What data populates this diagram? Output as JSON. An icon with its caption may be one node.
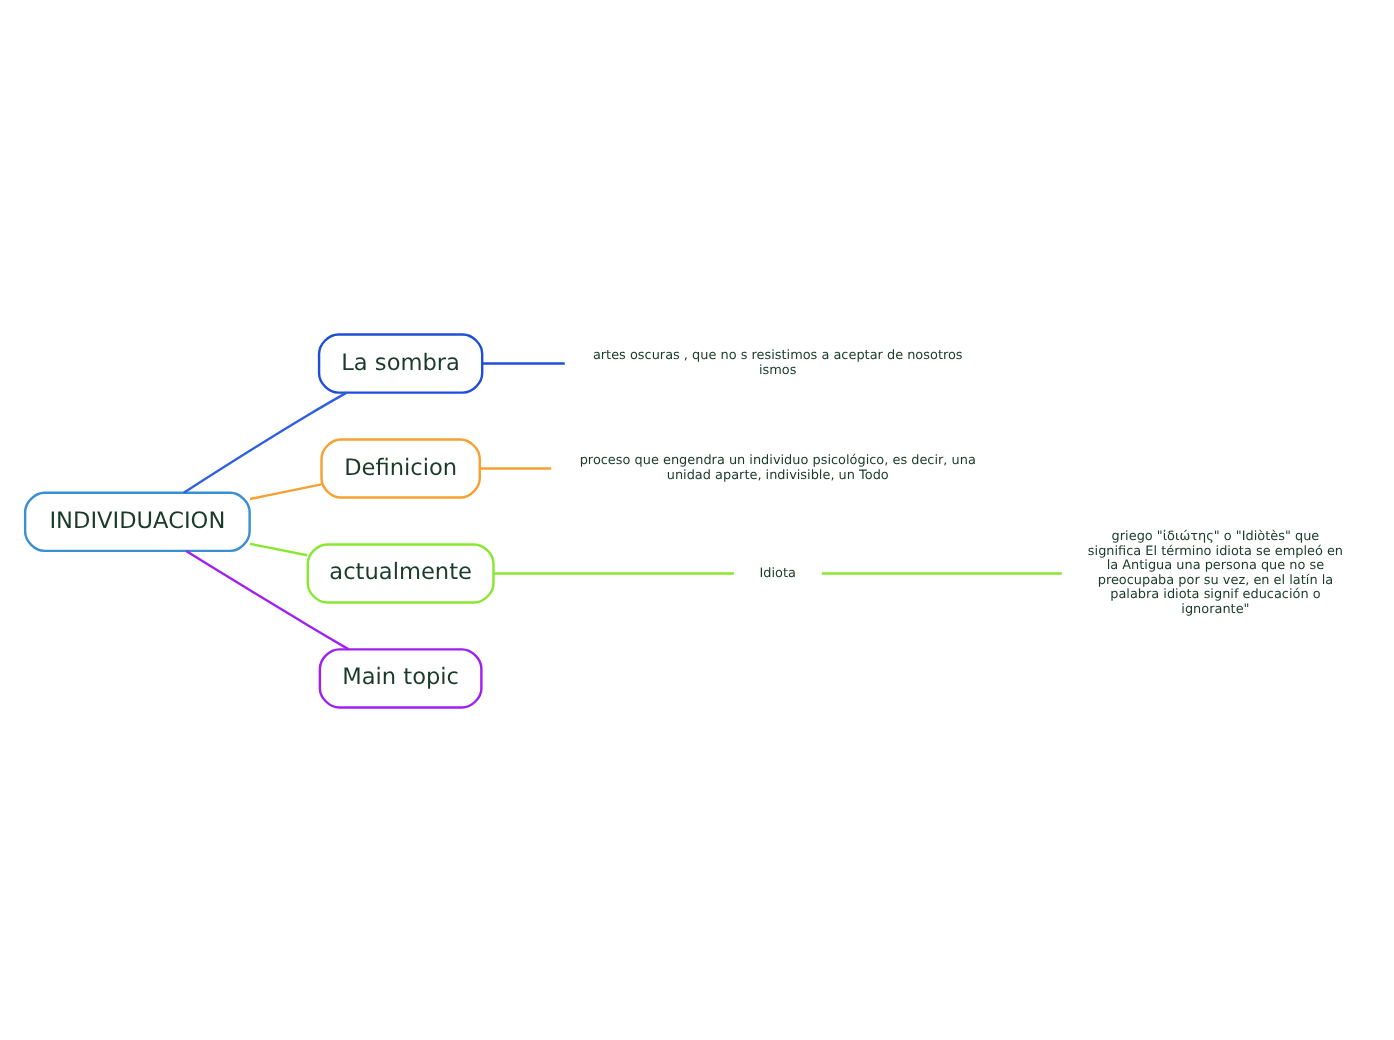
{
  "diagram": {
    "nodes": [
      {
        "text": [
          "INDIVIDUACION"
        ]
      },
      {
        "text": [
          "La sombra"
        ]
      },
      {
        "text": [
          "artes oscuras , que no s resistimos a aceptar de nosotros ismos"
        ]
      },
      {
        "text": [
          "Definicion"
        ]
      },
      {
        "text": [
          "proceso que engendra un individuo psicológico, es decir, una unidad aparte, indivisible, un Todo"
        ]
      },
      {
        "text": [
          "actualmente"
        ]
      },
      {
        "text": [
          "Idiota"
        ]
      },
      {
        "text": [
          "griego \"ἰδιώτης\" o \"Idiòtès\" que significa El término idiota se empleó en la Antigua una persona que no se preocupaba por su vez, en el latín la palabra idiota signif educación o ignorante\""
        ]
      },
      {
        "text": [
          "Main topic"
        ]
      }
    ],
    "edges": [
      {
        "from": 0,
        "to": 1,
        "arrow": "none",
        "color": "#3060e0"
      },
      {
        "from": 1,
        "to": 2,
        "arrow": "none",
        "color": "#1f4fd6"
      },
      {
        "from": 0,
        "to": 3,
        "arrow": "none",
        "color": "#f5a030"
      },
      {
        "from": 3,
        "to": 4,
        "arrow": "none",
        "color": "#f5a030"
      },
      {
        "from": 0,
        "to": 5,
        "arrow": "none",
        "color": "#88e830"
      },
      {
        "from": 5,
        "to": 6,
        "arrow": "none",
        "color": "#88e830"
      },
      {
        "from": 6,
        "to": 7,
        "arrow": "none",
        "color": "#88e830"
      },
      {
        "from": 0,
        "to": 8,
        "arrow": "none",
        "color": "#a020f0"
      }
    ]
  }
}
